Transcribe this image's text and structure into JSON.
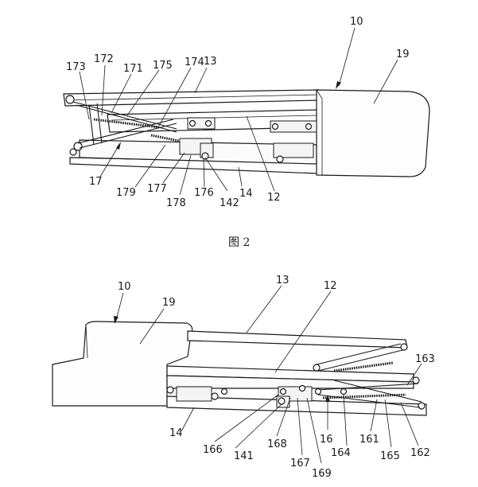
{
  "figure2": {
    "caption": "图 2",
    "labels": {
      "l10": "10",
      "l19": "19",
      "l13": "13",
      "l174": "174",
      "l175": "175",
      "l171": "171",
      "l172": "172",
      "l173": "173",
      "l17": "17",
      "l179": "179",
      "l177": "177",
      "l178": "178",
      "l176": "176",
      "l142": "142",
      "l14": "14",
      "l12": "12"
    }
  },
  "figure3": {
    "labels": {
      "l10": "10",
      "l19": "19",
      "l13": "13",
      "l12": "12",
      "l163": "163",
      "l14": "14",
      "l166": "166",
      "l141": "141",
      "l168": "168",
      "l167": "167",
      "l169": "169",
      "l16": "16",
      "l164": "164",
      "l161": "161",
      "l165": "165",
      "l162": "162"
    }
  }
}
